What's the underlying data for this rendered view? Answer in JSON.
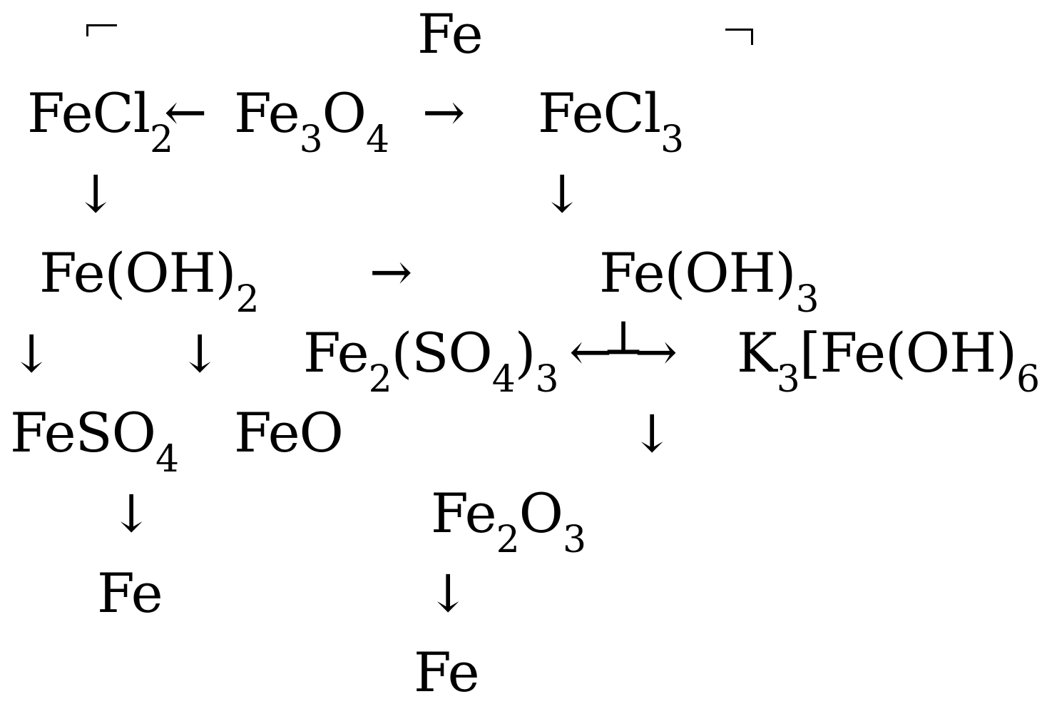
{
  "diagram": {
    "nodes": {
      "fe_top": [
        "Fe",
        ""
      ],
      "fecl2": [
        "FeCl",
        "2"
      ],
      "fe3o4": [
        "Fe",
        "3",
        "O",
        "4"
      ],
      "fecl3": [
        "FeCl",
        "3"
      ],
      "feoh2": [
        "Fe(OH)",
        "2"
      ],
      "feoh3": [
        "Fe(OH)",
        "3"
      ],
      "fe2so43": [
        "Fe",
        "2",
        "(SO",
        "4",
        ")",
        "3"
      ],
      "k3feoh6": [
        "K",
        "3",
        "[Fe(OH)",
        "6",
        "]"
      ],
      "feso4": [
        "FeSO",
        "4"
      ],
      "feo": [
        "FeO",
        ""
      ],
      "fe2o3": [
        "Fe",
        "2",
        "O",
        "3"
      ],
      "fe_bottom_left": [
        "Fe",
        ""
      ],
      "fe_bottom_center": [
        "Fe",
        ""
      ]
    },
    "arrows": {
      "right": "→",
      "left": "←",
      "down": "↓",
      "branch": "←┴→"
    }
  }
}
